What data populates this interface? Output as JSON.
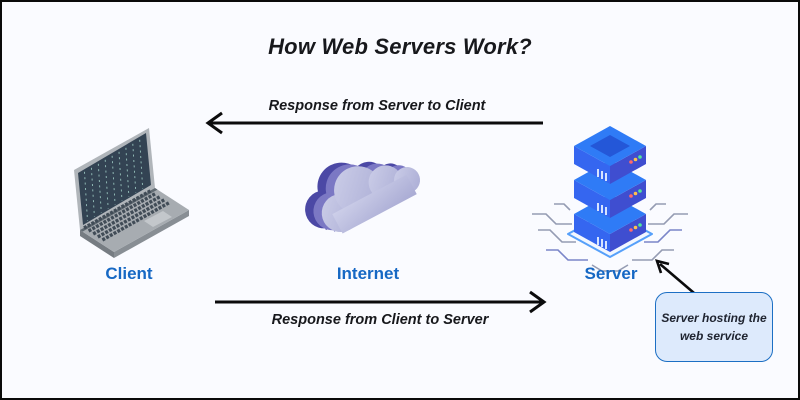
{
  "diagram": {
    "title": "How Web Servers Work?",
    "arrows": {
      "server_to_client": {
        "label": "Response from Server to Client",
        "direction": "right-to-left"
      },
      "client_to_server": {
        "label": "Response from Client to Server",
        "direction": "left-to-right"
      }
    },
    "nodes": [
      {
        "id": "client",
        "label": "Client",
        "icon": "laptop-icon"
      },
      {
        "id": "internet",
        "label": "Internet",
        "icon": "cloud-icon"
      },
      {
        "id": "server",
        "label": "Server",
        "icon": "server-stack-icon"
      }
    ],
    "callout": {
      "lines": [
        "Server hosting the",
        "web service"
      ]
    }
  },
  "colors": {
    "background": "#fafbff",
    "frame_border": "#0a0a0a",
    "title_text": "#17181c",
    "node_label": "#1668c4",
    "arrow": "#0b0b0c",
    "callout_fill": "#ddeafc",
    "callout_border": "#1c6fc4",
    "callout_text": "#1f2430",
    "cloud_dark": "#4b48a5",
    "cloud_mid": "#7b78c4",
    "cloud_light": "#bcbedd",
    "server_top": "#2f7bf6",
    "server_left": "#3566f0",
    "server_right": "#3f4ed0",
    "laptop_body": "#a7acb1",
    "laptop_screen": "#334353"
  }
}
